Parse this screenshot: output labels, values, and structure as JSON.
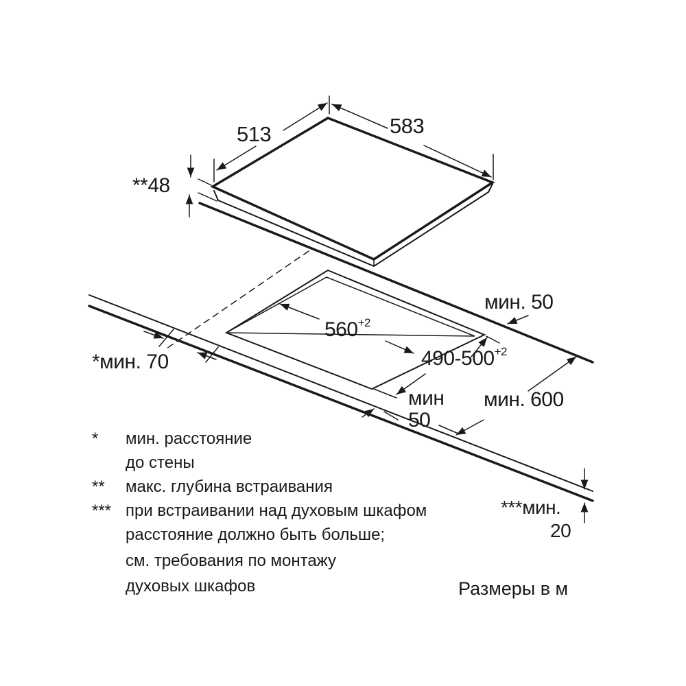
{
  "dimensions": {
    "hob_depth": "513",
    "hob_width": "583",
    "build_depth": "**48",
    "cutout_width": "560",
    "cutout_width_tol": "+2",
    "cutout_depth": "490-500",
    "cutout_depth_tol": "+2",
    "min_back": "мин. 50",
    "min_wall": "*мин. 70",
    "min_front_1": "мин",
    "min_front_2": "50",
    "min_counter": "мин. 600",
    "min_oven_1": "***мин.",
    "min_oven_2": "20"
  },
  "notes": [
    {
      "mark": "*",
      "lines": [
        "мин. расстояние",
        "до стены"
      ]
    },
    {
      "mark": "**",
      "lines": [
        "макс. глубина встраивания"
      ]
    },
    {
      "mark": "***",
      "lines": [
        "при встраивании над духовым шкафом",
        "расстояние должно быть больше;",
        "см. требования по монтажу",
        "духовых шкафов"
      ]
    }
  ],
  "units_label": "Размеры в м",
  "colors": {
    "line": "#1a1a1a",
    "background": "#ffffff"
  }
}
